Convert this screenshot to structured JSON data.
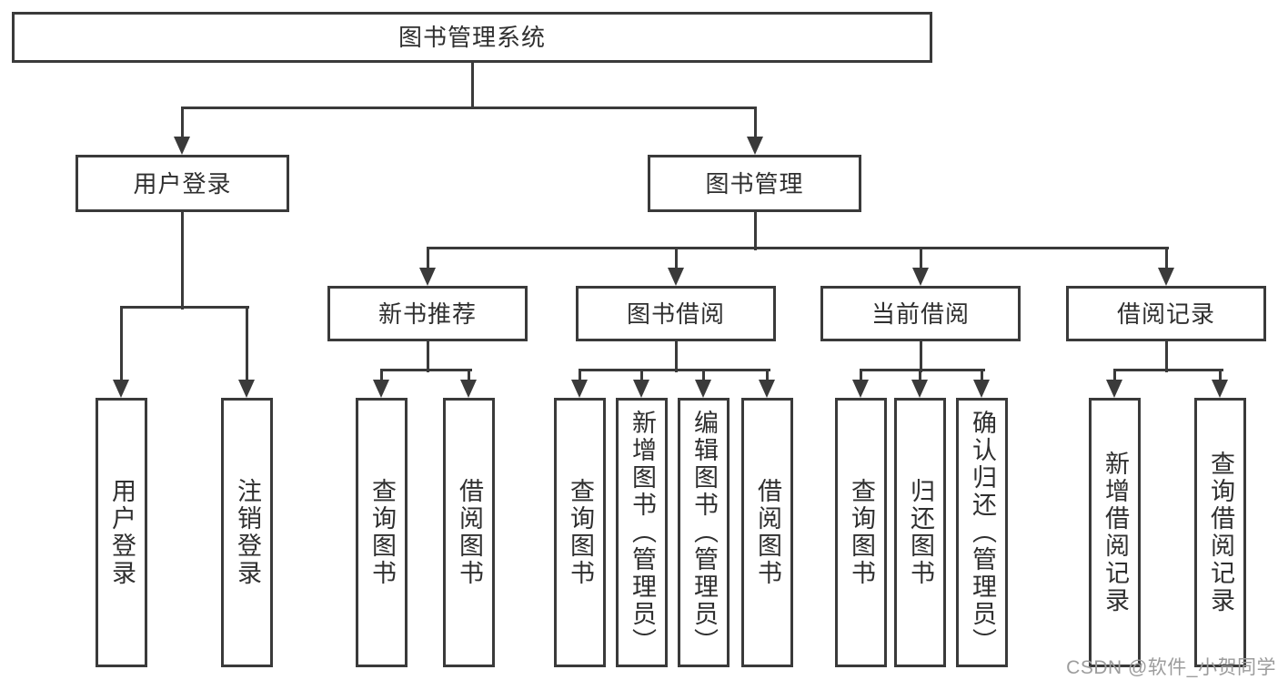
{
  "nodes": {
    "root": "图书管理系统",
    "user_login": "用户登录",
    "book_mgmt": "图书管理",
    "new_books": "新书推荐",
    "book_borrow": "图书借阅",
    "current_borrow": "当前借阅",
    "borrow_records": "借阅记录",
    "leaf_user_login": "用户登录",
    "leaf_logout": "注销登录",
    "leaf_nb_query": "查询图书",
    "leaf_nb_borrow": "借阅图书",
    "leaf_bb_query": "查询图书",
    "leaf_bb_add": "新增图书（管理员）",
    "leaf_bb_edit": "编辑图书（管理员）",
    "leaf_bb_borrow": "借阅图书",
    "leaf_cb_query": "查询图书",
    "leaf_cb_return": "归还图书",
    "leaf_cb_confirm": "确认归还（管理员）",
    "leaf_br_add": "新增借阅记录",
    "leaf_br_query": "查询借阅记录"
  },
  "hierarchy": {
    "图书管理系统": {
      "用户登录": [
        "用户登录",
        "注销登录"
      ],
      "图书管理": {
        "新书推荐": [
          "查询图书",
          "借阅图书"
        ],
        "图书借阅": [
          "查询图书",
          "新增图书（管理员）",
          "编辑图书（管理员）",
          "借阅图书"
        ],
        "当前借阅": [
          "查询图书",
          "归还图书",
          "确认归还（管理员）"
        ],
        "借阅记录": [
          "新增借阅记录",
          "查询借阅记录"
        ]
      }
    }
  },
  "watermark": "CSDN @软件_小贺同学",
  "colors": {
    "line": "#3a3a3a",
    "text": "#2f2f2f",
    "watermark": "#9c9c9c",
    "background": "#ffffff"
  }
}
